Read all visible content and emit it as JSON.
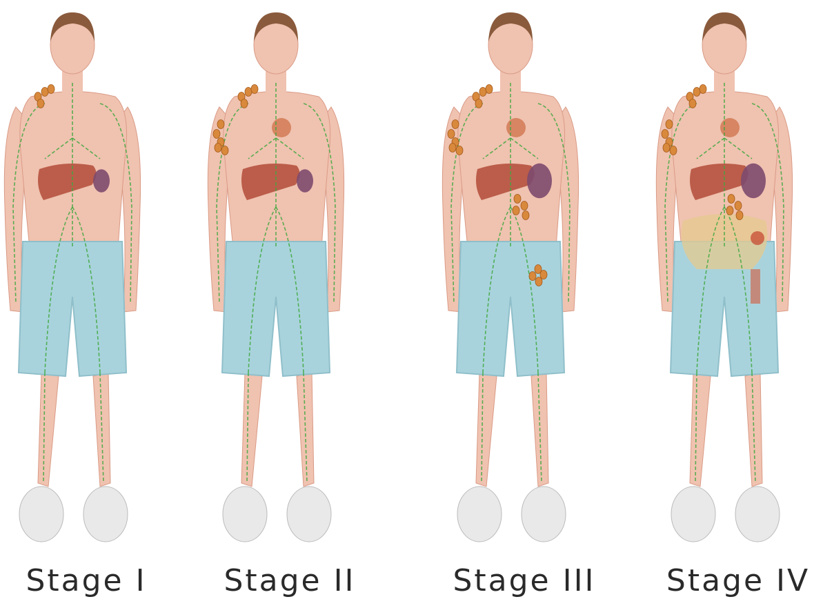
{
  "colors": {
    "skin": "#f0c2b0",
    "skin_shade": "#d99b86",
    "hair": "#8a5a3c",
    "shorts": "#a9d3dc",
    "shorts_shade": "#8fbfca",
    "lymph": "#3fa83f",
    "node": "#d9893c",
    "liver": "#b5523f",
    "spleen": "#7d4a6e",
    "tumor": "#d27a55",
    "bone": "#e6c98f",
    "shoe": "#e9e9e9"
  },
  "stages": [
    {
      "label": "Stage I",
      "node_groups": [
        "neck"
      ],
      "spleen": "normal",
      "tumor_in_chest": false,
      "bone_involvement": false
    },
    {
      "label": "Stage II",
      "node_groups": [
        "neck",
        "armpit"
      ],
      "spleen": "normal",
      "tumor_in_chest": true,
      "bone_involvement": false
    },
    {
      "label": "Stage III",
      "node_groups": [
        "neck",
        "armpit",
        "abdomen",
        "groin"
      ],
      "spleen": "enlarged",
      "tumor_in_chest": true,
      "bone_involvement": false
    },
    {
      "label": "Stage IV",
      "node_groups": [
        "neck",
        "armpit",
        "abdomen"
      ],
      "spleen": "enlarged",
      "tumor_in_chest": true,
      "bone_involvement": true
    }
  ]
}
